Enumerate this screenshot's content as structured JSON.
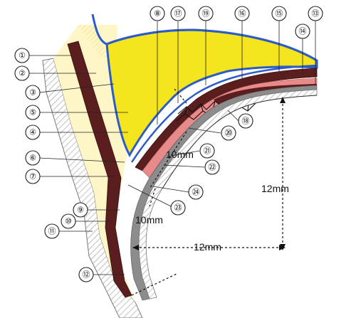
{
  "colors": {
    "fat": "#F5E51E",
    "fat_outline": "#2B5CC8",
    "muscle_dark": "#5B1E1E",
    "pink_layer": "#E98A8A",
    "pale_yellow": "#FFF6C8",
    "bone_hatch": "#9A9A9A",
    "gray_layer": "#8C8C8C",
    "stroke": "#222222"
  },
  "callouts": [
    {
      "label": "①"
    },
    {
      "label": "②"
    },
    {
      "label": "③"
    },
    {
      "label": "⑤"
    },
    {
      "label": "④"
    },
    {
      "label": "⑥"
    },
    {
      "label": "⑦"
    },
    {
      "label": "⑧"
    },
    {
      "label": "⑨"
    },
    {
      "label": "⑩"
    },
    {
      "label": "⑪"
    },
    {
      "label": "⑫"
    },
    {
      "label": "⑬"
    },
    {
      "label": "⑭"
    },
    {
      "label": "⑮"
    },
    {
      "label": "⑯"
    },
    {
      "label": "⑰"
    },
    {
      "label": "⑱"
    },
    {
      "label": "⑲"
    },
    {
      "label": "⑳"
    },
    {
      "label": "㉑"
    },
    {
      "label": "㉒"
    },
    {
      "label": "㉓"
    },
    {
      "label": "㉔"
    }
  ],
  "measurements": {
    "diag_10mm_upper": "10mm",
    "diag_10mm_lower": "10mm",
    "vertical_12mm": "12mm",
    "horizontal_12mm": "12mm"
  }
}
